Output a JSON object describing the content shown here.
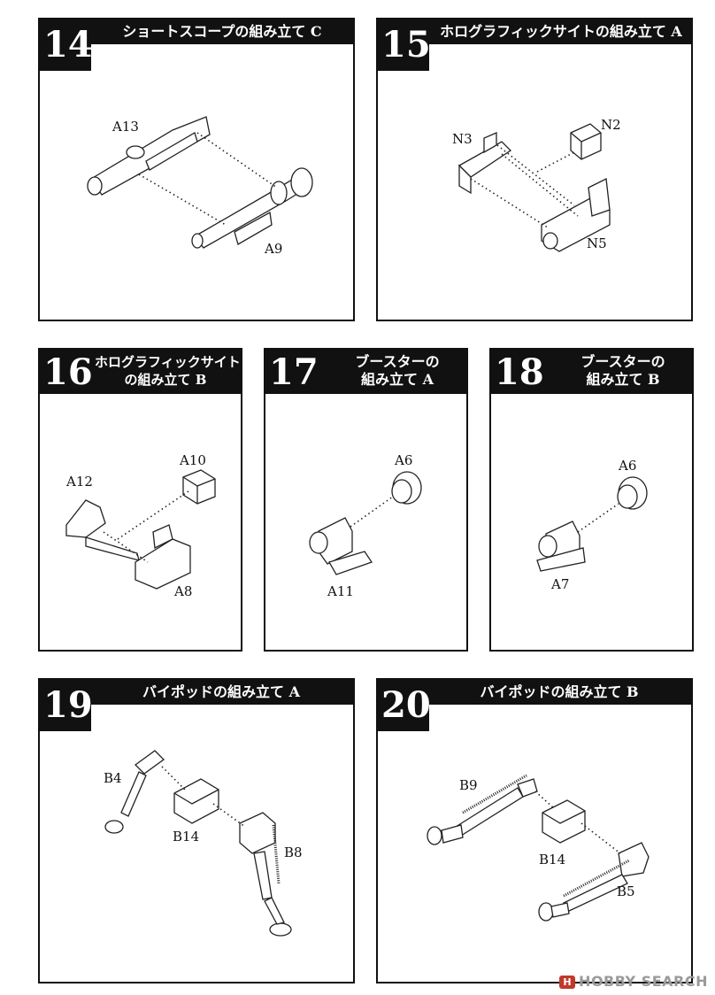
{
  "steps": [
    {
      "number": "14",
      "title": "ショートスコープの組み立て C",
      "parts": [
        "A13",
        "A9"
      ]
    },
    {
      "number": "15",
      "title": "ホログラフィックサイトの組み立て A",
      "parts": [
        "N3",
        "N2",
        "N5"
      ]
    },
    {
      "number": "16",
      "title_line1": "ホログラフィックサイト",
      "title_line2": "の組み立て B",
      "parts": [
        "A10",
        "A12",
        "A8"
      ]
    },
    {
      "number": "17",
      "title_line1": "ブースターの",
      "title_line2": "組み立て A",
      "parts": [
        "A6",
        "A11"
      ]
    },
    {
      "number": "18",
      "title_line1": "ブースターの",
      "title_line2": "組み立て B",
      "parts": [
        "A6",
        "A7"
      ]
    },
    {
      "number": "19",
      "title": "バイポッドの組み立て A",
      "parts": [
        "B4",
        "B14",
        "B8"
      ]
    },
    {
      "number": "20",
      "title": "バイポッドの組み立て B",
      "parts": [
        "B9",
        "B14",
        "B5"
      ]
    }
  ],
  "watermark": {
    "badge": "H",
    "text": "HOBBY SEARCH"
  }
}
